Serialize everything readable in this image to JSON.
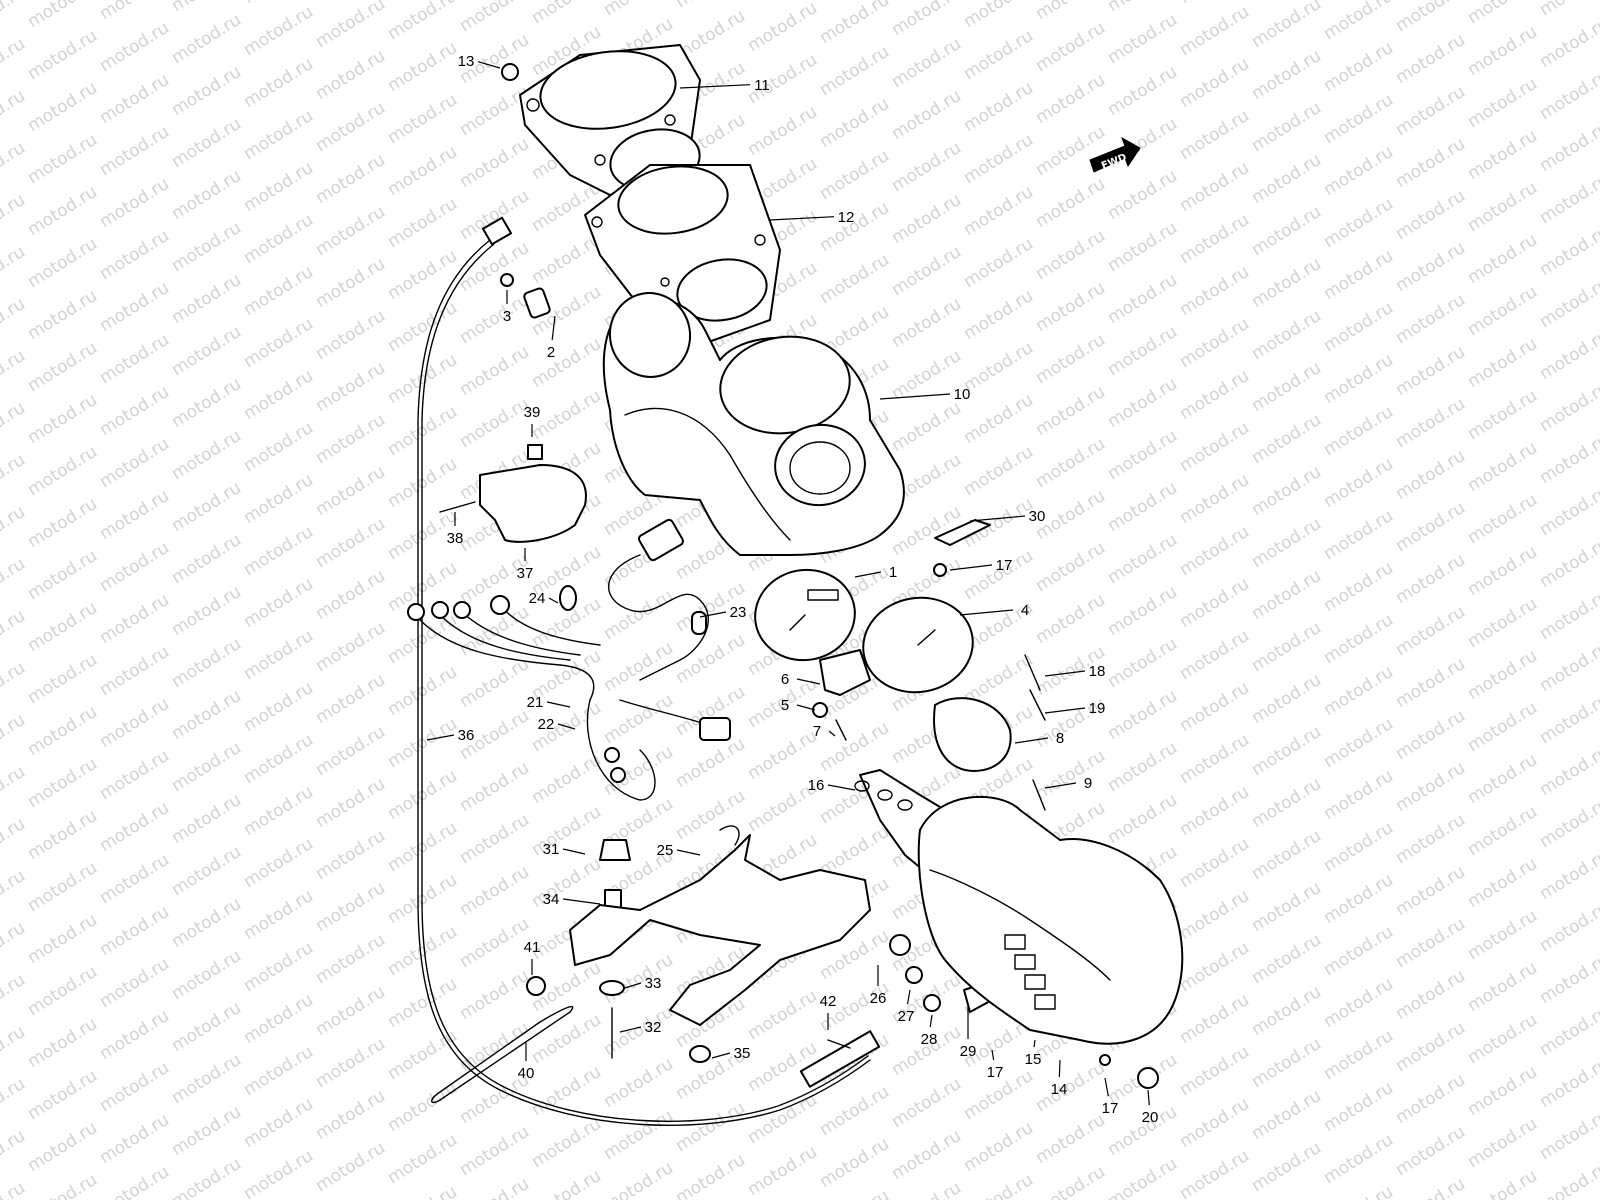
{
  "watermark": {
    "text": "motod.ru"
  },
  "fwd_marker": {
    "label": "FWD"
  },
  "callouts": [
    {
      "id": "13",
      "label": "13"
    },
    {
      "id": "11",
      "label": "11"
    },
    {
      "id": "12",
      "label": "12"
    },
    {
      "id": "3",
      "label": "3"
    },
    {
      "id": "2",
      "label": "2"
    },
    {
      "id": "10",
      "label": "10"
    },
    {
      "id": "39",
      "label": "39"
    },
    {
      "id": "38",
      "label": "38"
    },
    {
      "id": "37",
      "label": "37"
    },
    {
      "id": "30",
      "label": "30"
    },
    {
      "id": "17a",
      "label": "17"
    },
    {
      "id": "1",
      "label": "1"
    },
    {
      "id": "24",
      "label": "24"
    },
    {
      "id": "23",
      "label": "23"
    },
    {
      "id": "4",
      "label": "4"
    },
    {
      "id": "6",
      "label": "6"
    },
    {
      "id": "18",
      "label": "18"
    },
    {
      "id": "5",
      "label": "5"
    },
    {
      "id": "19",
      "label": "19"
    },
    {
      "id": "21",
      "label": "21"
    },
    {
      "id": "22",
      "label": "22"
    },
    {
      "id": "7",
      "label": "7"
    },
    {
      "id": "8",
      "label": "8"
    },
    {
      "id": "36",
      "label": "36"
    },
    {
      "id": "16",
      "label": "16"
    },
    {
      "id": "9",
      "label": "9"
    },
    {
      "id": "31",
      "label": "31"
    },
    {
      "id": "25",
      "label": "25"
    },
    {
      "id": "34",
      "label": "34"
    },
    {
      "id": "41",
      "label": "41"
    },
    {
      "id": "33",
      "label": "33"
    },
    {
      "id": "26",
      "label": "26"
    },
    {
      "id": "42",
      "label": "42"
    },
    {
      "id": "27",
      "label": "27"
    },
    {
      "id": "32",
      "label": "32"
    },
    {
      "id": "28",
      "label": "28"
    },
    {
      "id": "35",
      "label": "35"
    },
    {
      "id": "29",
      "label": "29"
    },
    {
      "id": "15",
      "label": "15"
    },
    {
      "id": "40",
      "label": "40"
    },
    {
      "id": "17b",
      "label": "17"
    },
    {
      "id": "14",
      "label": "14"
    },
    {
      "id": "17c",
      "label": "17"
    },
    {
      "id": "20",
      "label": "20"
    }
  ]
}
